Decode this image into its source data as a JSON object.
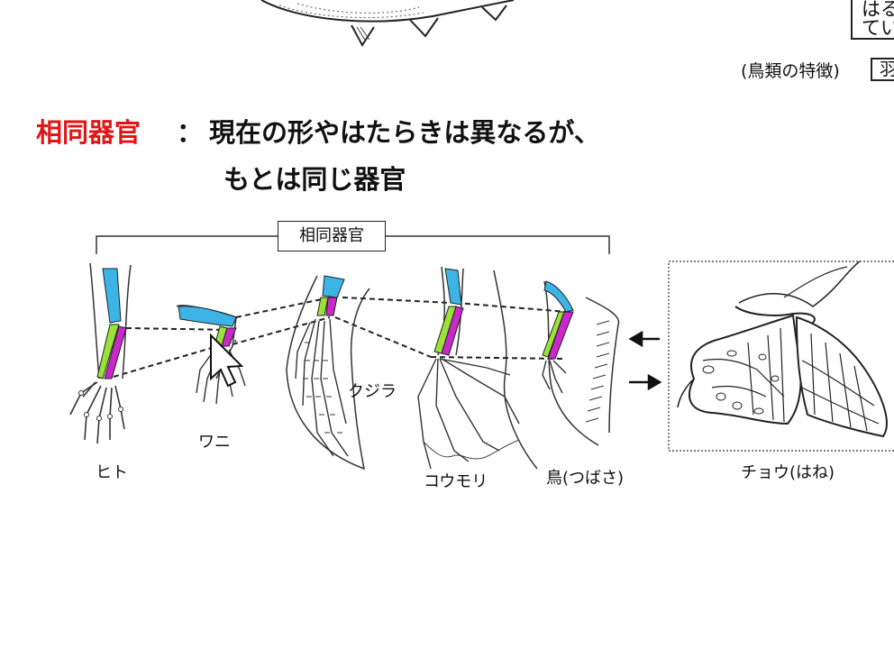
{
  "top": {
    "box_lines": [
      "はる",
      "てい"
    ],
    "bird_feature_label": "(鳥類の特徴)",
    "bird_feature_box": "羽"
  },
  "heading": {
    "term": "相同器官",
    "colon": "：",
    "definition_line1": "現在の形やはたらきは異なるが、",
    "definition_line2": "もとは同じ器官"
  },
  "diagram": {
    "group_label": "相同器官",
    "organisms": {
      "human": "ヒト",
      "crocodile": "ワニ",
      "whale": "クジラ",
      "bat": "コウモリ",
      "bird": "鳥(つばさ)",
      "butterfly": "チョウ(はね)"
    },
    "colors": {
      "humerus": "#3cb4e6",
      "radius": "#9ae23a",
      "ulna": "#c829c8",
      "term": "#e01515"
    }
  }
}
